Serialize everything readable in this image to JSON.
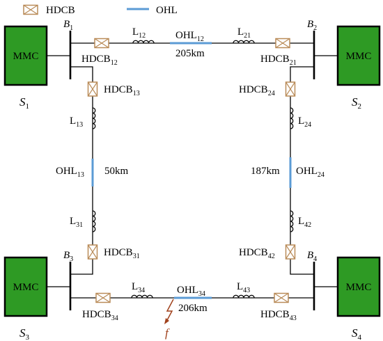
{
  "legend": {
    "breaker_label": "HDCB",
    "ohl_label": "OHL"
  },
  "stations": {
    "s1": {
      "converter": "MMC",
      "name": "S",
      "sub": "1"
    },
    "s2": {
      "converter": "MMC",
      "name": "S",
      "sub": "2"
    },
    "s3": {
      "converter": "MMC",
      "name": "S",
      "sub": "3"
    },
    "s4": {
      "converter": "MMC",
      "name": "S",
      "sub": "4"
    }
  },
  "buses": {
    "b1": {
      "name": "B",
      "sub": "1"
    },
    "b2": {
      "name": "B",
      "sub": "2"
    },
    "b3": {
      "name": "B",
      "sub": "3"
    },
    "b4": {
      "name": "B",
      "sub": "4"
    }
  },
  "breakers": {
    "hdcb12": {
      "name": "HDCB",
      "sub": "12"
    },
    "hdcb21": {
      "name": "HDCB",
      "sub": "21"
    },
    "hdcb13": {
      "name": "HDCB",
      "sub": "13"
    },
    "hdcb24": {
      "name": "HDCB",
      "sub": "24"
    },
    "hdcb31": {
      "name": "HDCB",
      "sub": "31"
    },
    "hdcb42": {
      "name": "HDCB",
      "sub": "42"
    },
    "hdcb34": {
      "name": "HDCB",
      "sub": "34"
    },
    "hdcb43": {
      "name": "HDCB",
      "sub": "43"
    }
  },
  "inductors": {
    "l12": {
      "name": "L",
      "sub": "12"
    },
    "l21": {
      "name": "L",
      "sub": "21"
    },
    "l13": {
      "name": "L",
      "sub": "13"
    },
    "l31": {
      "name": "L",
      "sub": "31"
    },
    "l24": {
      "name": "L",
      "sub": "24"
    },
    "l42": {
      "name": "L",
      "sub": "42"
    },
    "l34": {
      "name": "L",
      "sub": "34"
    },
    "l43": {
      "name": "L",
      "sub": "43"
    }
  },
  "lines": {
    "ohl12": {
      "name": "OHL",
      "sub": "12",
      "length": "205km"
    },
    "ohl13": {
      "name": "OHL",
      "sub": "13",
      "length": "50km"
    },
    "ohl24": {
      "name": "OHL",
      "sub": "24",
      "length": "187km"
    },
    "ohl34": {
      "name": "OHL",
      "sub": "34",
      "length": "206km"
    }
  },
  "fault": {
    "label": "f",
    "color": "#a0411c"
  },
  "colors": {
    "converter_fill": "#2e9a24",
    "breaker": "#b98b58",
    "ohl": "#5b9bd5"
  }
}
